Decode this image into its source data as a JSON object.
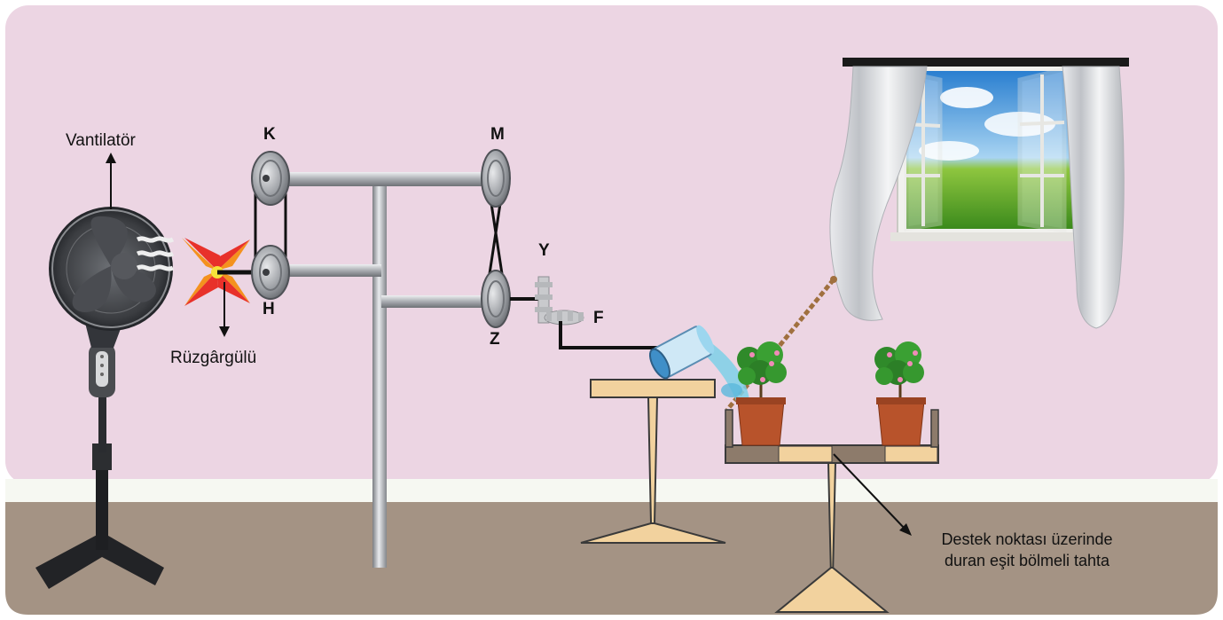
{
  "labels": {
    "fan": "Vantilatör",
    "pinwheel": "Rüzgârgülü",
    "pulley_k": "K",
    "pulley_h": "H",
    "pulley_m": "M",
    "pulley_z": "Z",
    "gear_y": "Y",
    "gear_f": "F",
    "support_line1": "Destek noktası üzerinde",
    "support_line2": "duran eşit bölmeli tahta"
  },
  "colors": {
    "wall": "#ecd5e3",
    "floor": "#a49384",
    "baseboard": "#f6f8f2",
    "wood": "#f2d29e",
    "pot": "#b8532b",
    "water": "#7ed0e8",
    "metal": "#a9aaaf"
  }
}
